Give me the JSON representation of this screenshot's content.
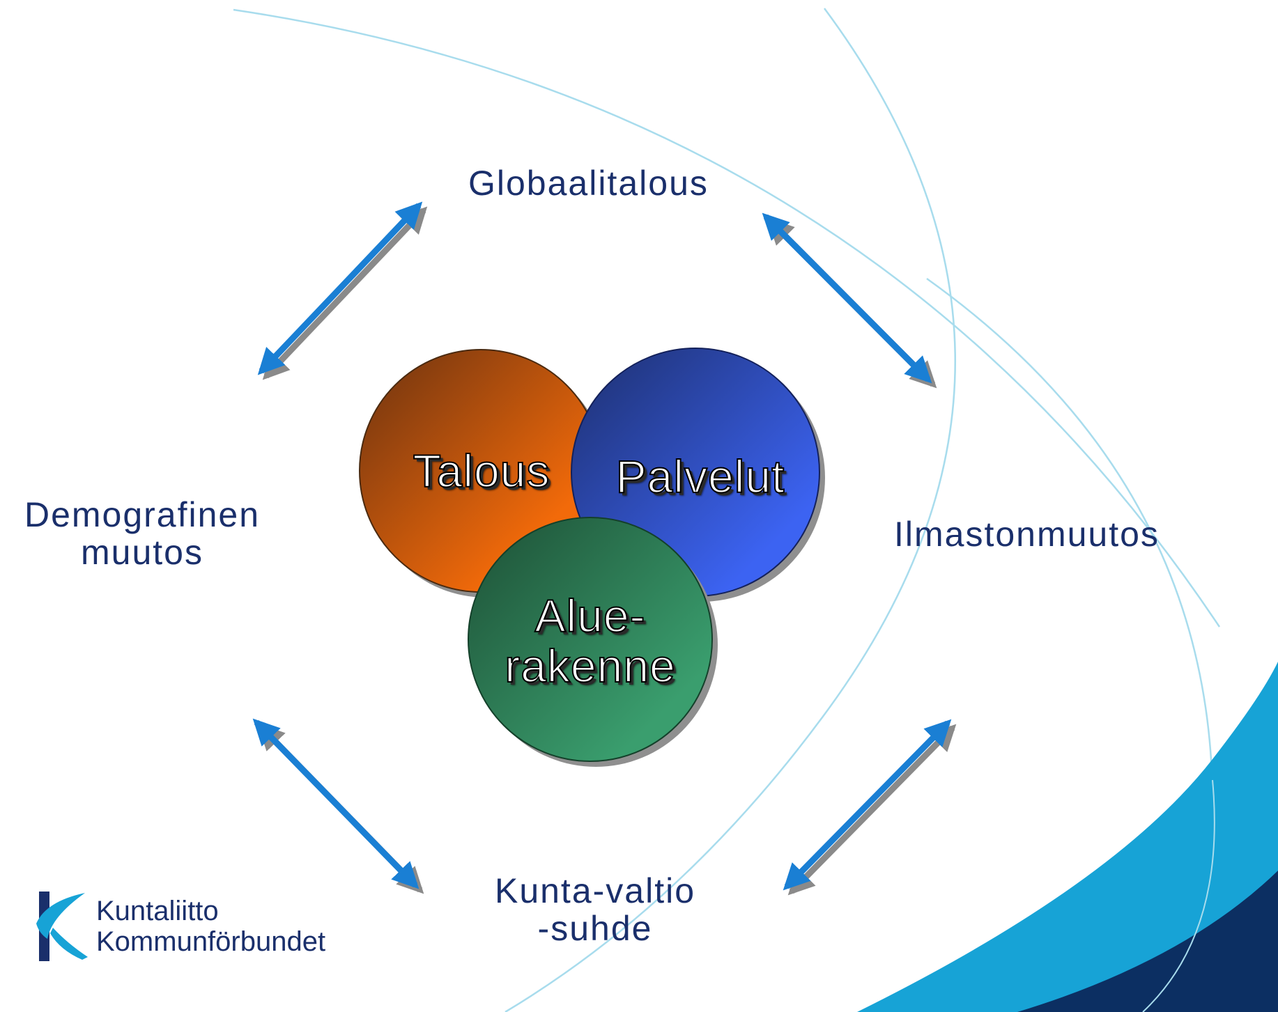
{
  "diagram": {
    "outer_labels": {
      "top": "Globaalitalous",
      "left_line1": "Demografinen",
      "left_line2": "muutos",
      "right": "Ilmastonmuutos",
      "bottom_line1": "Kunta-valtio",
      "bottom_line2": "-suhde"
    },
    "circles": {
      "orange": {
        "label": "Talous",
        "color_light": "#f26a0a",
        "color_dark": "#6b3210"
      },
      "blue": {
        "label": "Palvelut",
        "color_light": "#3c63f2",
        "color_dark": "#1d2f6e"
      },
      "green": {
        "label_line1": "Alue-",
        "label_line2": "rakenne",
        "color_light": "#3a9e6e",
        "color_dark": "#1d4f35"
      }
    },
    "arrow_color": "#1a7fd4"
  },
  "logo": {
    "line1": "Kuntaliitto",
    "line2": "Kommunförbundet",
    "text_color": "#1a2f6b",
    "accent_color": "#17a3d6"
  },
  "decoration": {
    "wave_light": "#17a3d6",
    "wave_dark": "#0c2f62",
    "thin_line": "#a8dced"
  }
}
